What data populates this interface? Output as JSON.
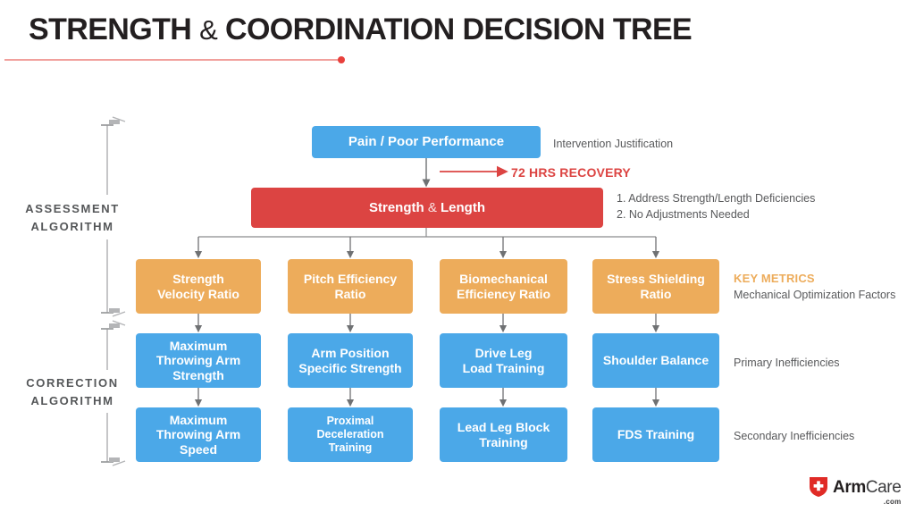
{
  "header": {
    "title_part1": "STRENGTH",
    "title_amp": "&",
    "title_part2": "COORDINATION DECISION TREE"
  },
  "groups": {
    "assessment": "ASSESSMENT\nALGORITHM",
    "assessment_line1": "ASSESSMENT",
    "assessment_line2": "ALGORITHM",
    "correction_line1": "CORRECTION",
    "correction_line2": "ALGORITHM"
  },
  "nodes": {
    "root": {
      "label": "Pain / Poor Performance",
      "color": "#4ba8e8"
    },
    "strength_length": {
      "part1": "Strength",
      "amp": "&",
      "part2": "Length",
      "color": "#dc4442"
    }
  },
  "recovery": {
    "label": "72 HRS RECOVERY",
    "color": "#dc4442"
  },
  "annotations": {
    "intervention": "Intervention Justification",
    "strength_length_1": "1. Address Strength/Length Deficiencies",
    "strength_length_2": "2. No Adjustments Needed",
    "key_metrics_title": "KEY METRICS",
    "key_metrics_sub": "Mechanical Optimization Factors",
    "primary": "Primary Inefficiencies",
    "secondary": "Secondary Inefficiencies"
  },
  "metrics": [
    {
      "line1": "Strength",
      "line2": "Velocity Ratio"
    },
    {
      "line1": "Pitch Efficiency",
      "line2": "Ratio"
    },
    {
      "line1": "Biomechanical",
      "line2": "Efficiency Ratio"
    },
    {
      "line1": "Stress Shielding",
      "line2": "Ratio"
    }
  ],
  "primary_row": [
    {
      "line1": "Maximum",
      "line2": "Throwing Arm",
      "line3": "Strength"
    },
    {
      "line1": "Arm Position",
      "line2": "Specific Strength",
      "line3": ""
    },
    {
      "line1": "Drive Leg",
      "line2": "Load Training",
      "line3": ""
    },
    {
      "line1": "Shoulder Balance",
      "line2": "",
      "line3": ""
    }
  ],
  "secondary_row": [
    {
      "line1": "Maximum",
      "line2": "Throwing Arm",
      "line3": "Speed"
    },
    {
      "line1": "Proximal Deceleration",
      "line2": "Training",
      "line3": ""
    },
    {
      "line1": "Lead Leg Block",
      "line2": "Training",
      "line3": ""
    },
    {
      "line1": "FDS Training",
      "line2": "",
      "line3": ""
    }
  ],
  "logo": {
    "arm": "Arm",
    "care": "Care",
    "dotcom": ".com",
    "shield_color": "#e02b26"
  },
  "palette": {
    "blue": "#4ba8e8",
    "red": "#dc4442",
    "orange": "#edac5b",
    "connector": "#8a8c8e",
    "text_gray": "#58595b",
    "title": "#231f20",
    "rule": "#f1a09c"
  }
}
